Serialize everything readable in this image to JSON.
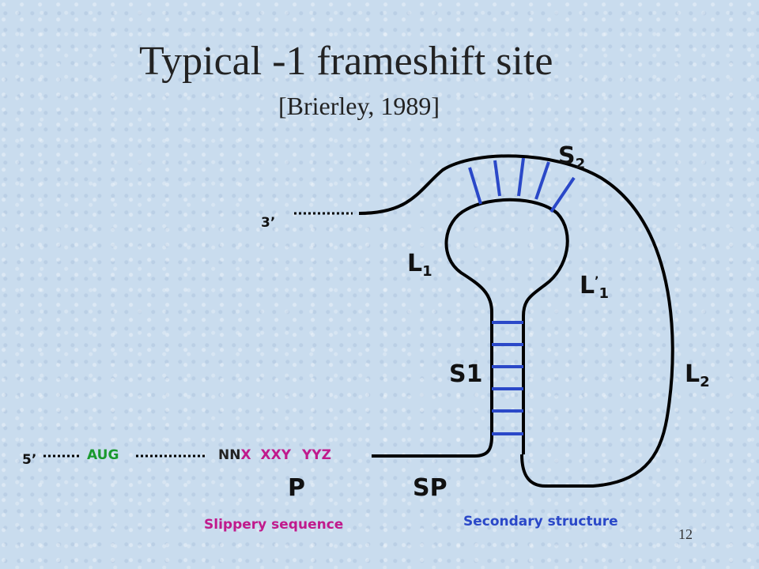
{
  "title": "Typical -1 frameshift site",
  "subtitle": "[Brierley, 1989]",
  "labels": {
    "s2_main": "S",
    "s2_sub": "2",
    "l1_main": "L",
    "l1_sub": "1",
    "l1p_main": "L",
    "l1p_prime": "’",
    "l1p_sub": "1",
    "s1": "S1",
    "l2_main": "L",
    "l2_sub": "2",
    "end3": "3’",
    "end5": "5’",
    "p": "P",
    "sp": "SP"
  },
  "sequence": {
    "aug": "AUG",
    "nn": "NN",
    "x": "X",
    "xxy": "XXY",
    "yyz": "YYZ"
  },
  "captions": {
    "slippery": "Slippery sequence",
    "secondary": "Secondary structure"
  },
  "page_number": "12",
  "colors": {
    "background": "#c9dcee",
    "strand": "#000000",
    "base_pairs": "#2a48c8",
    "aug": "#1a9a2e",
    "slippery": "#c01a8c",
    "secondary": "#2a48c8"
  }
}
